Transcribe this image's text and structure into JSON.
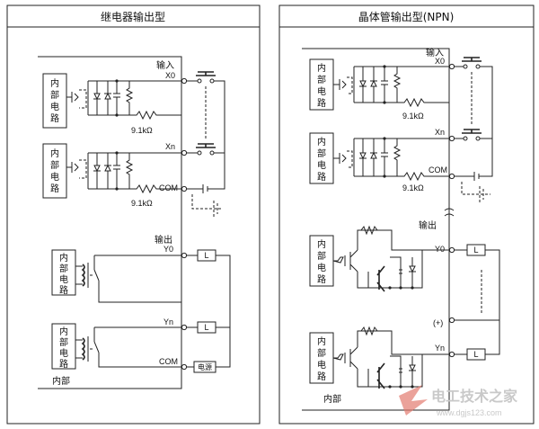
{
  "left_panel": {
    "title": "继电器输出型",
    "internal_circuit": "内部电路",
    "input_label": "输入",
    "output_label": "输出",
    "resistor_value": "9.1kΩ",
    "terminals": {
      "x0": "X0",
      "xn": "Xn",
      "com_in": "COM",
      "y0": "Y0",
      "yn": "Yn",
      "com_out": "COM"
    },
    "load": "L",
    "power_supply": "电源",
    "internal_label": "内部"
  },
  "right_panel": {
    "title": "晶体管输出型(NPN)",
    "internal_circuit": "内部电路",
    "input_label": "输入",
    "output_label": "输出",
    "resistor_value": "9.1kΩ",
    "terminals": {
      "x0": "X0",
      "xn": "Xn",
      "com_in": "COM",
      "y0": "Y0",
      "yn": "Yn"
    },
    "plus_label": "(+)",
    "load": "L",
    "internal_label": "内部"
  },
  "watermark": {
    "text": "电工技术之家",
    "url": "www.dgjs123.com"
  }
}
